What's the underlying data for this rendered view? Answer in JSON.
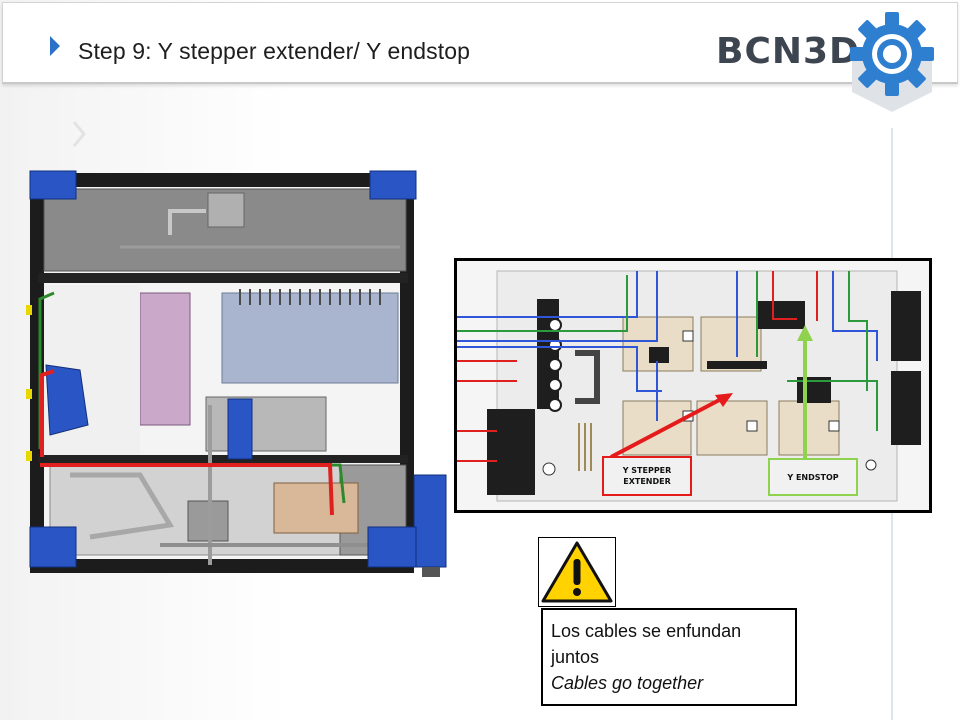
{
  "header": {
    "title": "Step 9: Y stepper extender/ Y endstop",
    "logo_text": "BCN3D"
  },
  "board": {
    "stepper_label": "Y STEPPER\nEXTENDER",
    "endstop_label": "Y ENDSTOP"
  },
  "note": {
    "line1": "Los cables se enfundan",
    "line2": "juntos",
    "line3": "Cables go together"
  },
  "icons": {
    "title_marker": "chevron-right-icon",
    "warning": "warning-triangle-icon",
    "logo": "gear-logo-icon"
  },
  "colors": {
    "accent_blue": "#2b71c7",
    "logo_blue": "#2f7fd0",
    "stepper_callout": "#e51b1b",
    "endstop_callout": "#8ed24e",
    "warning_yellow": "#ffd200"
  }
}
